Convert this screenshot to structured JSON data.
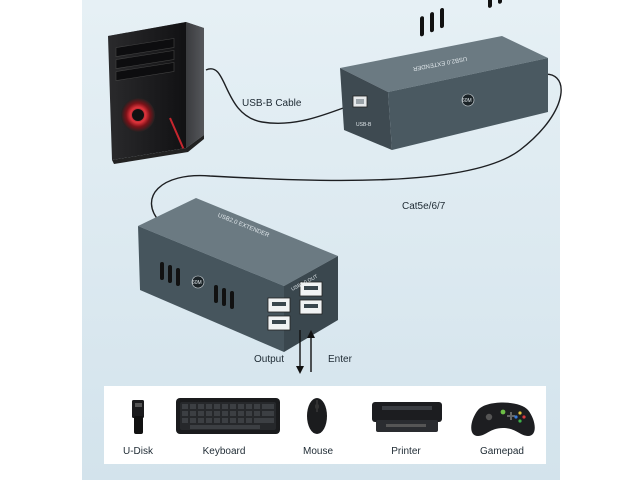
{
  "connections": {
    "usb_b_cable": "USB-B Cable",
    "network_cable": "Cat5e/6/7"
  },
  "transmitter": {
    "top_label": "USB2.0 EXTENDER",
    "port_label": "USB-B",
    "badge": "60M"
  },
  "receiver": {
    "top_label": "USB2.0 EXTENDER",
    "port_label": "USB2.0 OUT",
    "badge": "60M"
  },
  "flow": {
    "output": "Output",
    "enter": "Enter"
  },
  "devices": [
    {
      "label": "U-Disk",
      "icon": "usb-drive-icon"
    },
    {
      "label": "Keyboard",
      "icon": "keyboard-icon"
    },
    {
      "label": "Mouse",
      "icon": "mouse-icon"
    },
    {
      "label": "Printer",
      "icon": "printer-icon"
    },
    {
      "label": "Gamepad",
      "icon": "gamepad-icon"
    }
  ],
  "colors": {
    "background": "#dde9f0",
    "device_body": "#4a5961",
    "panel": "#ffffff",
    "pc_accent": "#c6262e"
  }
}
